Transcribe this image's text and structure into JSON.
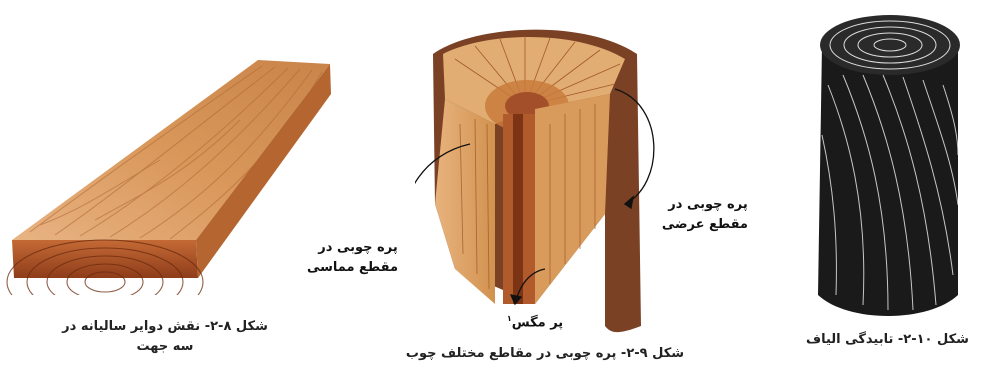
{
  "figures": {
    "board": {
      "caption_line1": "شکل ۸-۲- نقش دوایر سالیانه در",
      "caption_line2": "سه جهت"
    },
    "trunk": {
      "caption": "شکل ۹-۲- پره چوبی در مقاطع مختلف چوب",
      "label_radial_line1": "پره چوبی در",
      "label_radial_line2": "مقطع عرضی",
      "label_tangential_line1": "پره چوبی در",
      "label_tangential_line2": "مقطع مماسی",
      "label_pith": "پر مگس",
      "label_pith_footnote": "۱"
    },
    "log": {
      "caption": "شکل ۱۰-۲- تابیدگی الیاف"
    }
  },
  "colors": {
    "wood_light": "#e9b27a",
    "wood_mid": "#d08a4e",
    "wood_dark": "#8a3a18",
    "bark": "#6b3a22",
    "ink": "#111111"
  }
}
